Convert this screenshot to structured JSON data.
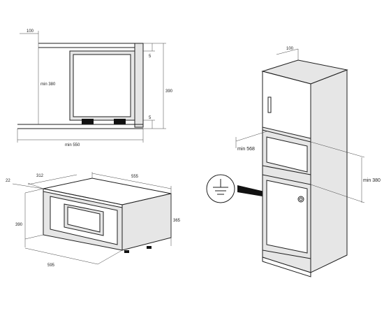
{
  "diagram": {
    "side_view": {
      "labels": {
        "top_offset": "100",
        "min_height": "min 380",
        "total_height": "390",
        "gap_top": "5",
        "gap_bottom": "5",
        "min_width": "min 550"
      }
    },
    "iso_appliance": {
      "labels": {
        "depth_front": "312",
        "depth_total": "555",
        "panel": "22",
        "height_front": "390",
        "height_total": "365",
        "width": "595"
      }
    },
    "cabinet": {
      "labels": {
        "top_offset": "100",
        "min_depth": "min 568",
        "min_height": "min 380"
      }
    }
  }
}
